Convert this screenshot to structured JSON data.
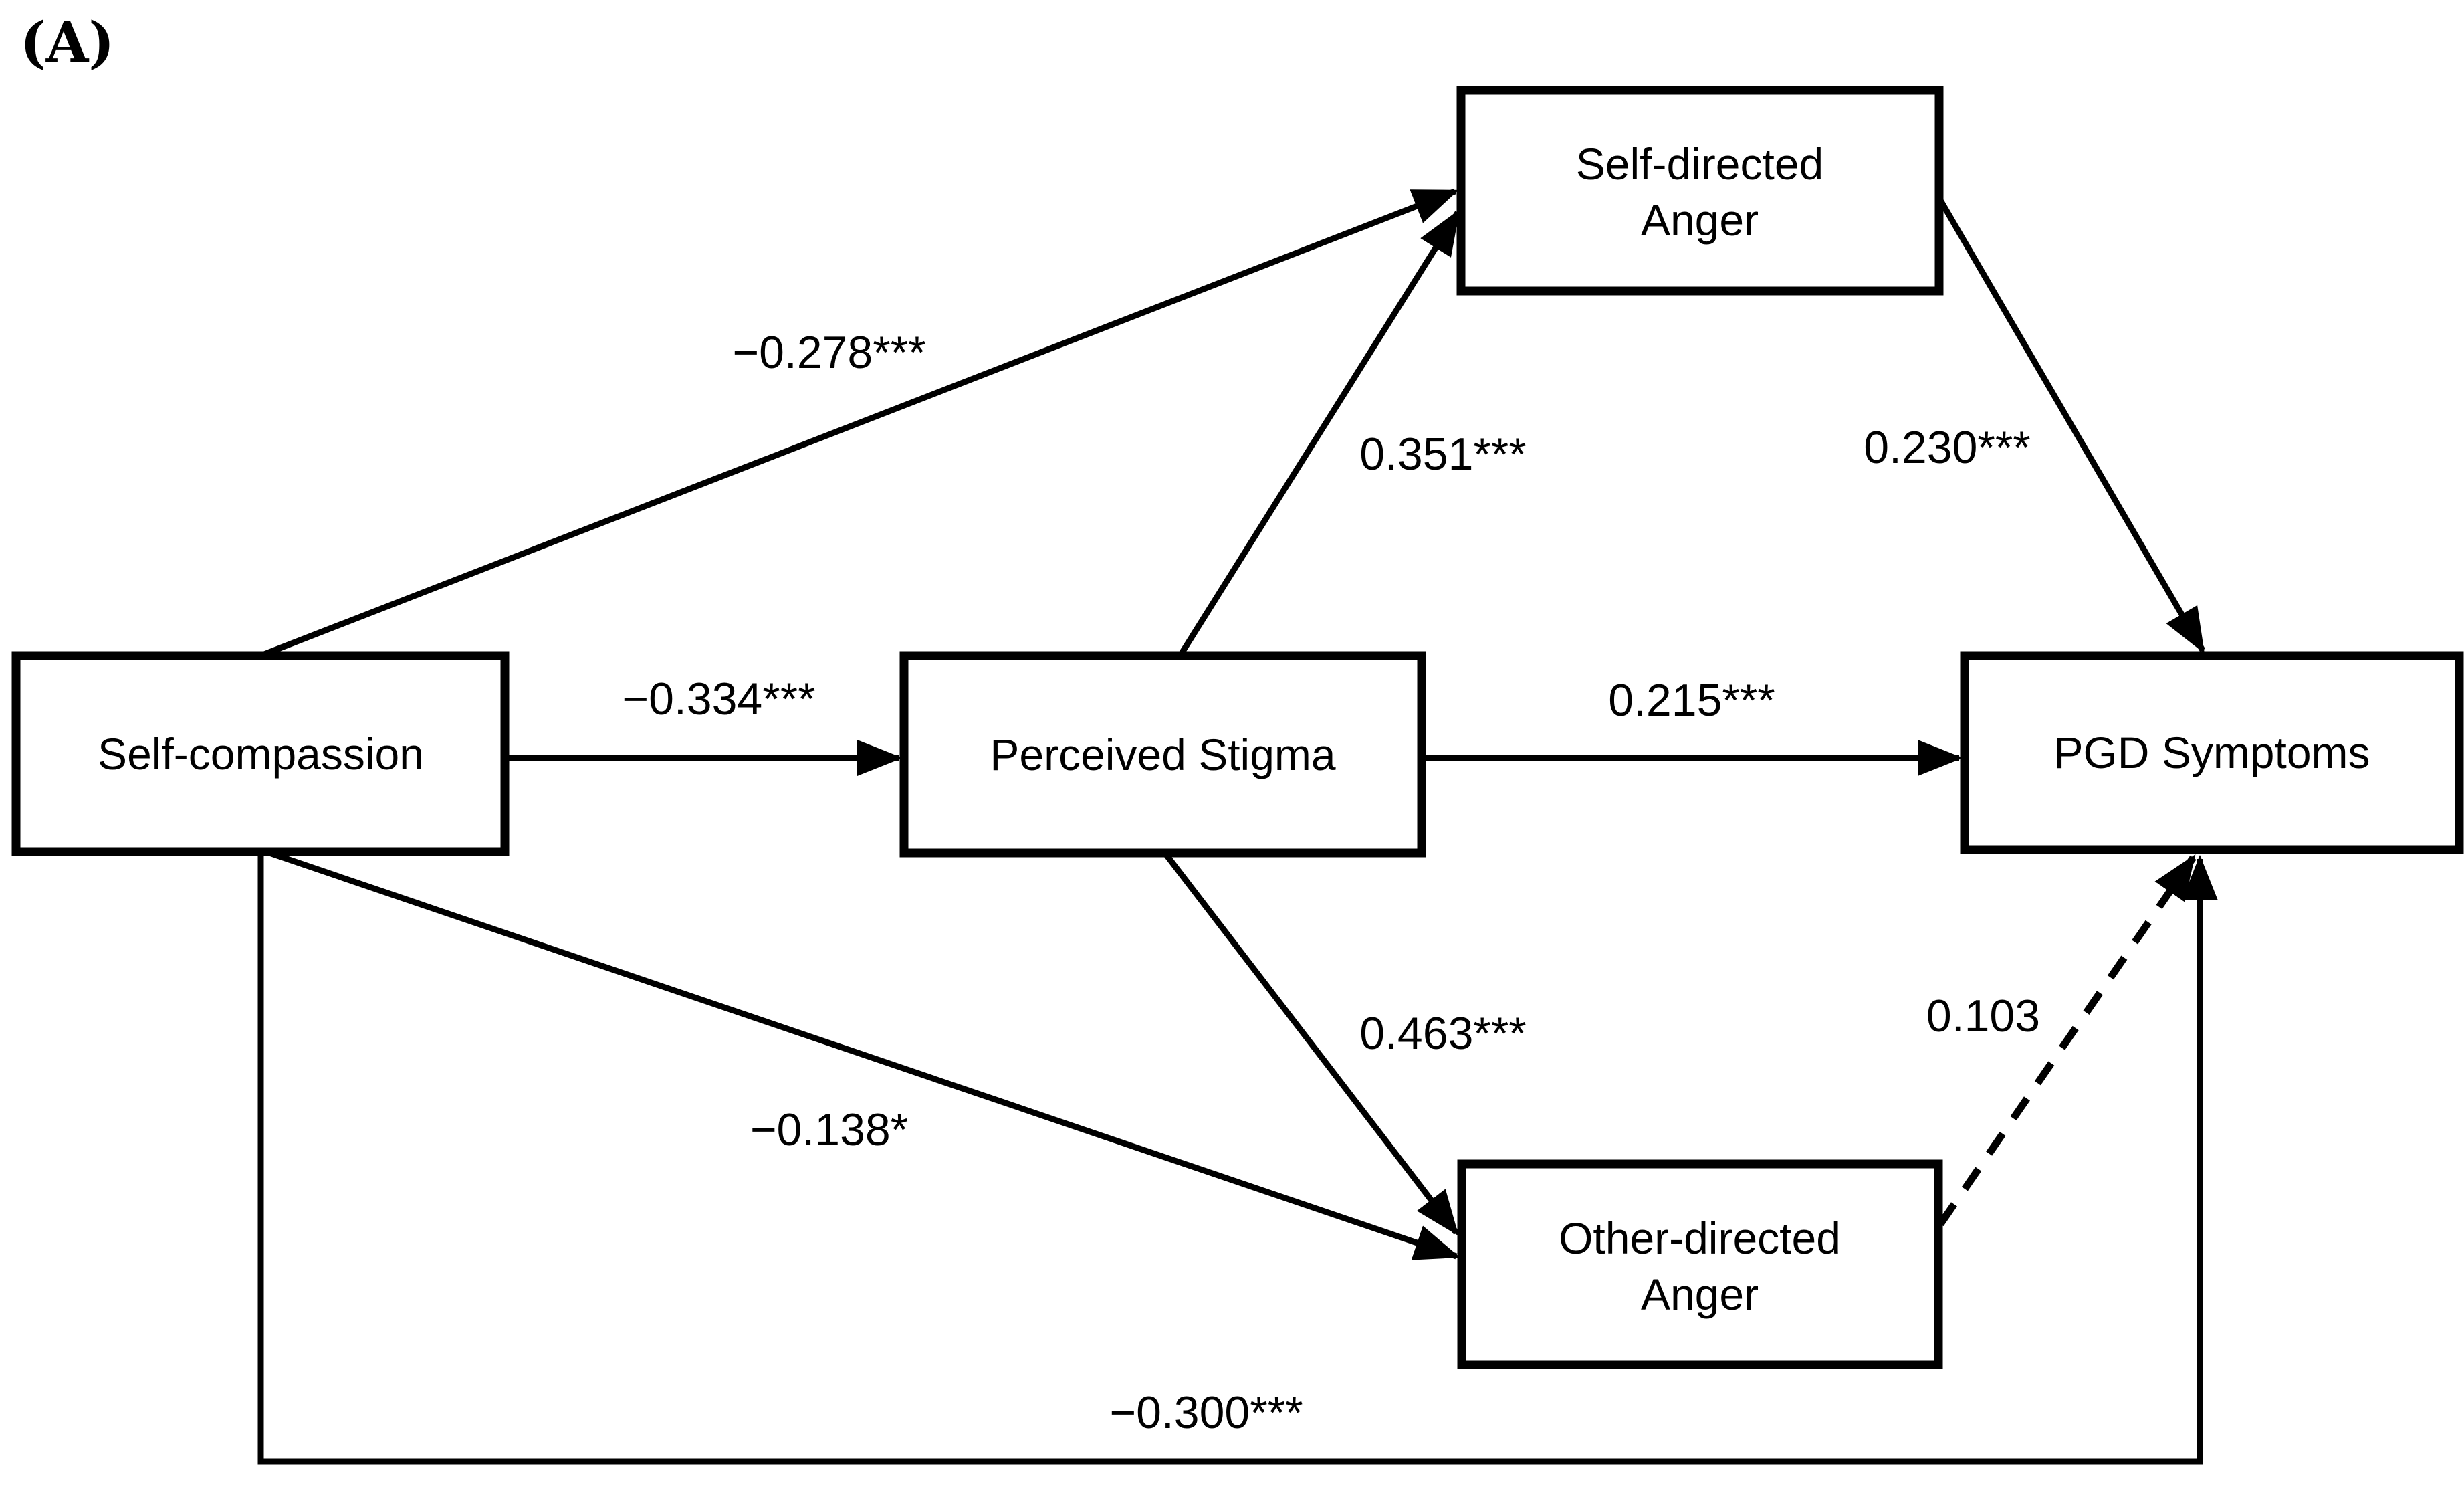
{
  "panel": {
    "label": "(A)"
  },
  "diagram_type": "mediation-path-model",
  "colors": {
    "background": "#ffffff",
    "line": "#000000",
    "text": "#000000"
  },
  "nodes": {
    "self_compassion": {
      "label": "Self-compassion",
      "lines": [
        "Self-compassion"
      ]
    },
    "perceived_stigma": {
      "label": "Perceived Stigma",
      "lines": [
        "Perceived Stigma"
      ]
    },
    "self_directed_anger": {
      "label": "Self-directed Anger",
      "lines": [
        "Self-directed",
        "Anger"
      ]
    },
    "other_directed_anger": {
      "label": "Other-directed Anger",
      "lines": [
        "Other-directed",
        "Anger"
      ]
    },
    "pgd_symptoms": {
      "label": "PGD Symptoms",
      "lines": [
        "PGD Symptoms"
      ]
    }
  },
  "paths": [
    {
      "from": "self_compassion",
      "to": "self_directed_anger",
      "label": "−0.278***",
      "coefficient": -0.278,
      "significance": "***",
      "line_style": "solid"
    },
    {
      "from": "perceived_stigma",
      "to": "self_directed_anger",
      "label": "0.351***",
      "coefficient": 0.351,
      "significance": "***",
      "line_style": "solid"
    },
    {
      "from": "self_directed_anger",
      "to": "pgd_symptoms",
      "label": "0.230***",
      "coefficient": 0.23,
      "significance": "***",
      "line_style": "solid"
    },
    {
      "from": "self_compassion",
      "to": "perceived_stigma",
      "label": "−0.334***",
      "coefficient": -0.334,
      "significance": "***",
      "line_style": "solid"
    },
    {
      "from": "perceived_stigma",
      "to": "pgd_symptoms",
      "label": "0.215***",
      "coefficient": 0.215,
      "significance": "***",
      "line_style": "solid"
    },
    {
      "from": "perceived_stigma",
      "to": "other_directed_anger",
      "label": "0.463***",
      "coefficient": 0.463,
      "significance": "***",
      "line_style": "solid"
    },
    {
      "from": "self_compassion",
      "to": "other_directed_anger",
      "label": "−0.138*",
      "coefficient": -0.138,
      "significance": "*",
      "line_style": "solid"
    },
    {
      "from": "other_directed_anger",
      "to": "pgd_symptoms",
      "label": "0.103",
      "coefficient": 0.103,
      "significance": "",
      "line_style": "dashed"
    },
    {
      "from": "self_compassion",
      "to": "pgd_symptoms",
      "label": "−0.300***",
      "coefficient": -0.3,
      "significance": "***",
      "line_style": "solid"
    }
  ]
}
